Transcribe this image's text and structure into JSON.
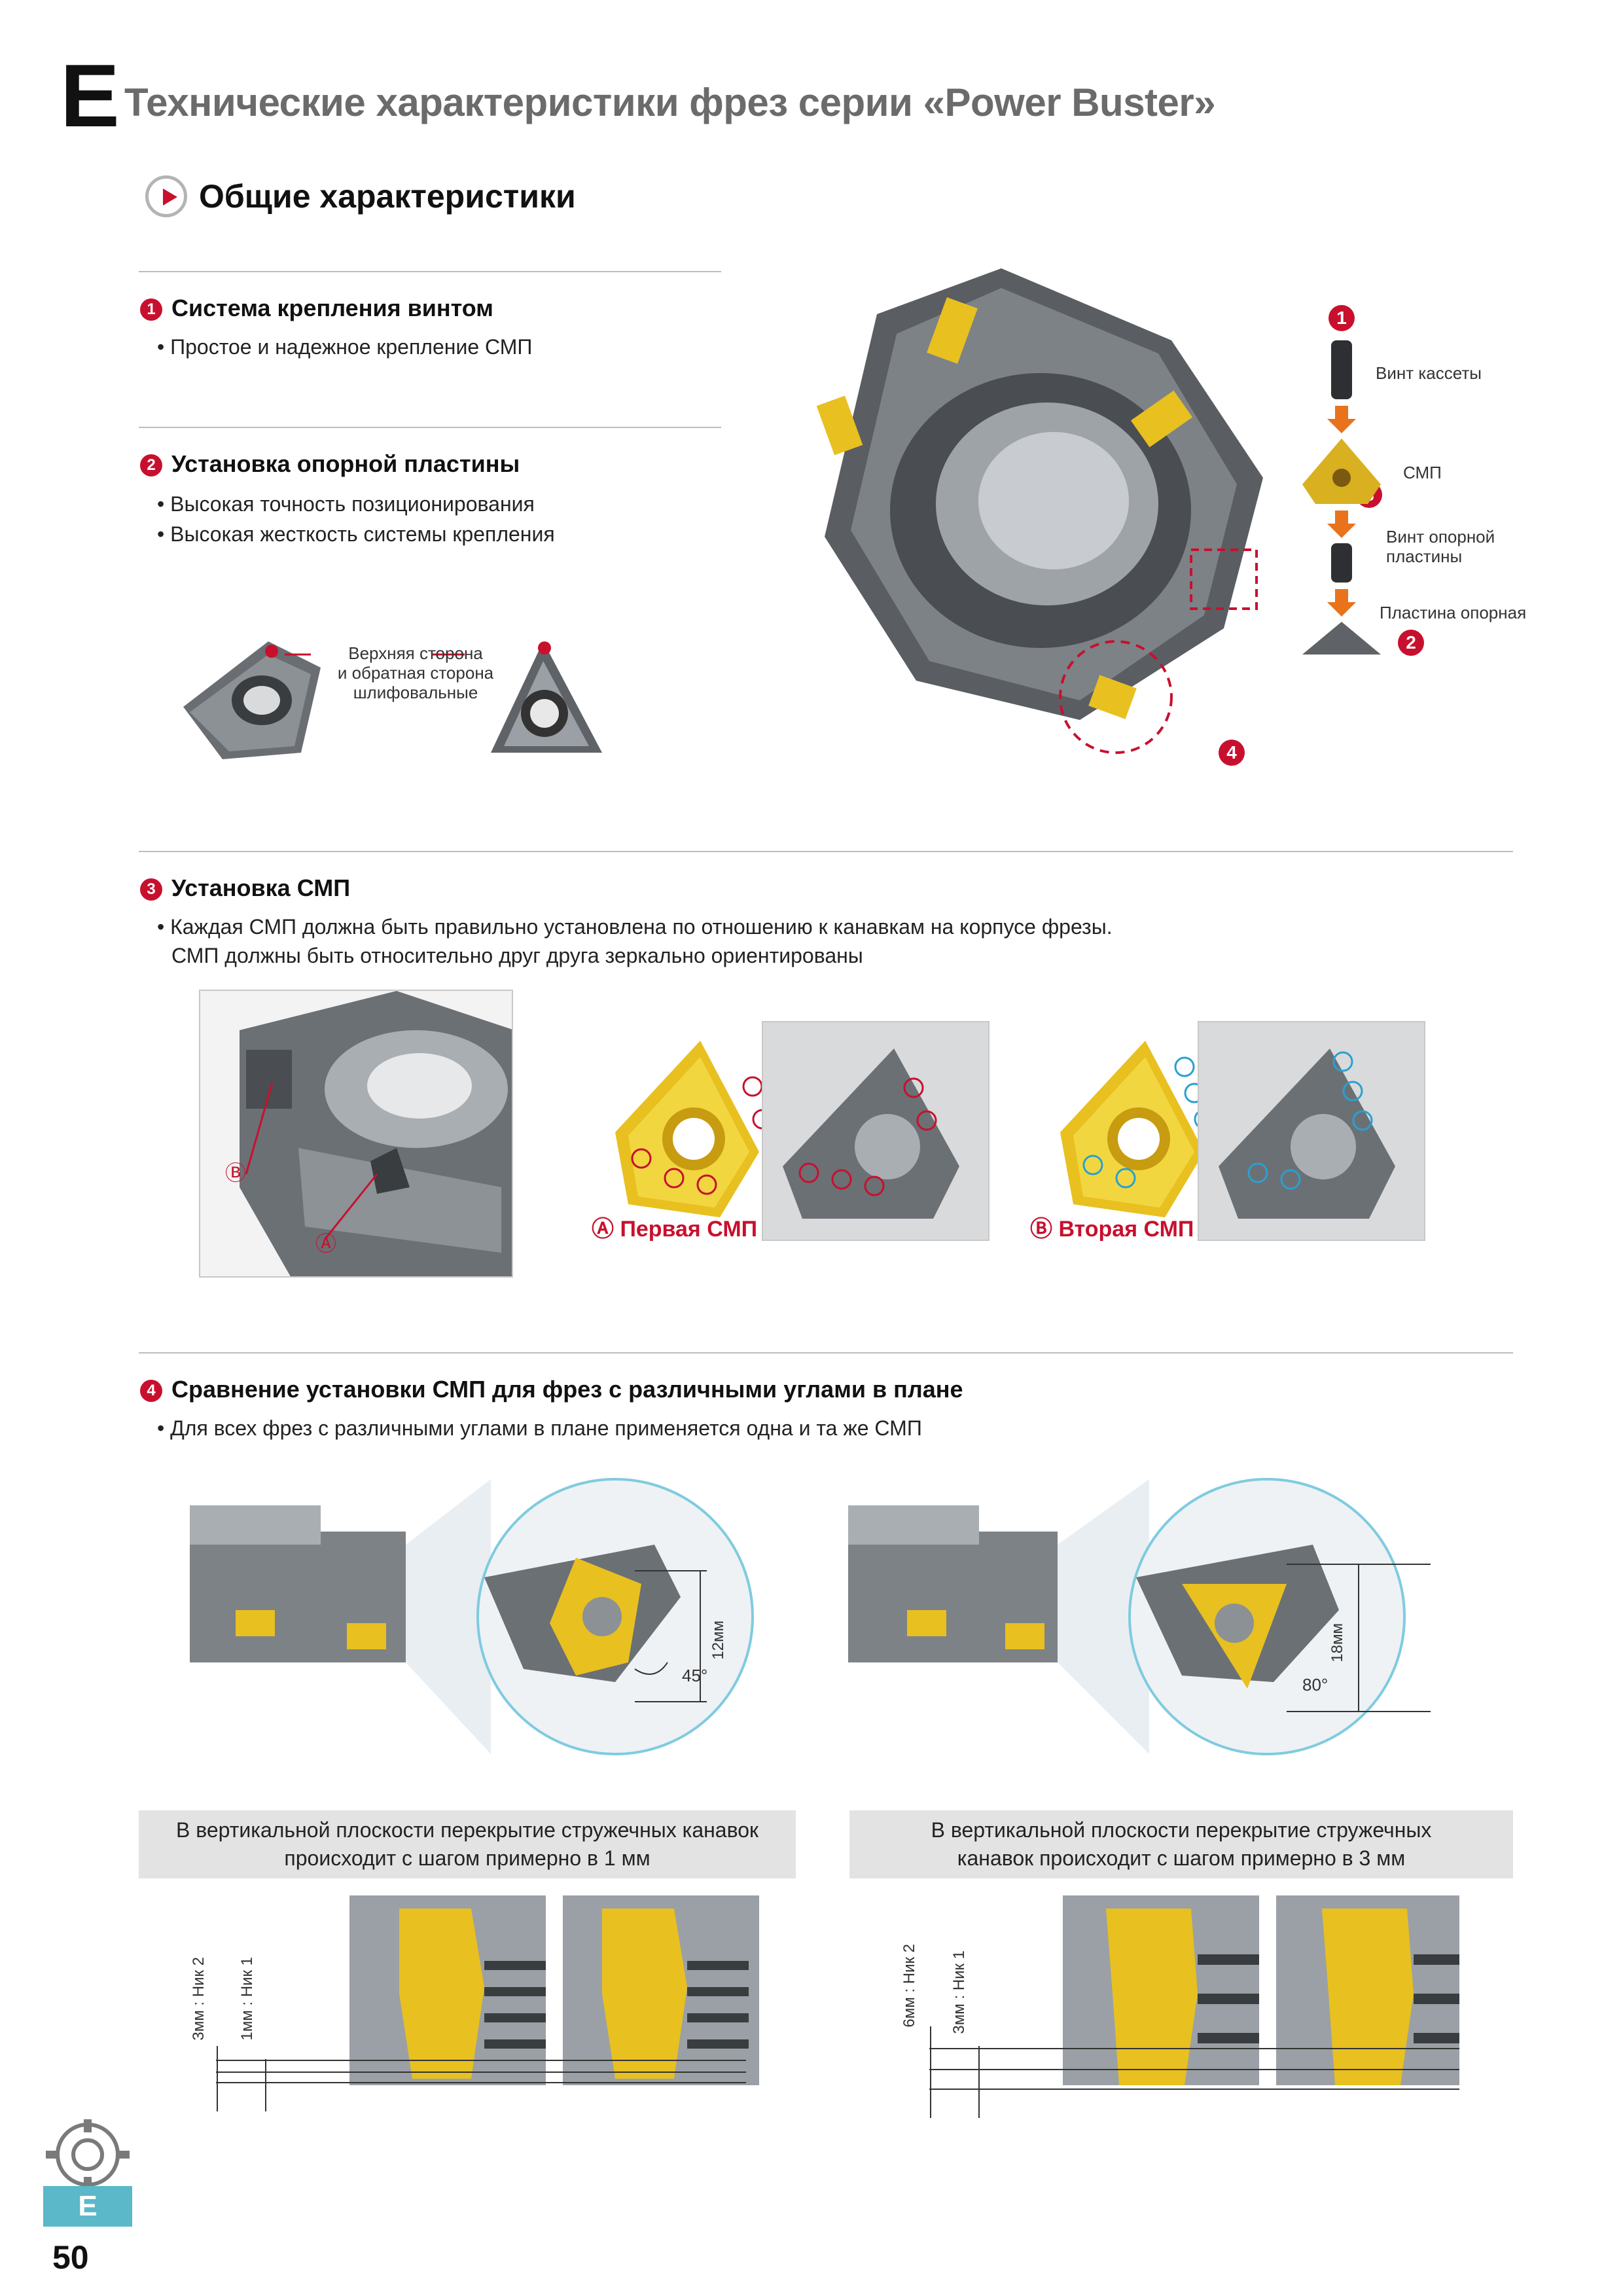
{
  "header": {
    "letter": "E",
    "title": "Технические характеристики фрез серии «Power Buster»",
    "section_title": "Общие характеристики"
  },
  "section1": {
    "number": "1",
    "heading": "Система крепления винтом",
    "bullets": [
      "Простое и надежное крепление СМП"
    ]
  },
  "section2": {
    "number": "2",
    "heading": "Установка опорной пластины",
    "bullets": [
      "Высокая точность позиционирования",
      "Высокая жесткость системы крепления"
    ],
    "insert_note": [
      "Верхняя сторона",
      "и обратная сторона",
      "шлифовальные"
    ]
  },
  "exploded": {
    "labels": [
      "Винт кассеты",
      "СМП",
      "Винт опорной",
      "пластины",
      "Пластина опорная"
    ],
    "markers": [
      "1",
      "2",
      "3",
      "4"
    ]
  },
  "section3": {
    "number": "3",
    "heading": "Установка СМП",
    "lines": [
      "Каждая СМП должна быть правильно установлена по отношению к канавкам на корпусе фрезы.",
      "СМП должны быть относительно друг друга зеркально ориентированы"
    ],
    "photo_labels": [
      "Ⓑ",
      "Ⓐ"
    ],
    "caption_a": "Ⓐ Первая СМП",
    "caption_b": "Ⓑ Вторая СМП"
  },
  "section4": {
    "number": "4",
    "heading": "Сравнение установки СМП для фрез с различными углами в плане",
    "bullets": [
      "Для всех фрез с различными углами в плане применяется одна и та же СМП"
    ],
    "left": {
      "angle": "45°",
      "dimension": "12мм",
      "note": [
        "В вертикальной плоскости перекрытие стружечных канавок",
        "происходит с шагом примерно в 1 мм"
      ],
      "dim_labels": [
        "3мм : Ник 2",
        "1мм : Ник 1"
      ]
    },
    "right": {
      "angle": "80°",
      "dimension": "18мм",
      "note": [
        "В вертикальной плоскости перекрытие стружечных",
        "канавок происходит с шагом примерно в 3 мм"
      ],
      "dim_labels": [
        "6мм : Ник 2",
        "3мм : Ник 1"
      ]
    }
  },
  "footer": {
    "side_tab": "E",
    "page_number": "50"
  },
  "colors": {
    "accent_red": "#c8102e",
    "accent_cyan": "#5bb8c8",
    "insert_gold": "#e8c020",
    "title_gray": "#6b6b6b"
  }
}
